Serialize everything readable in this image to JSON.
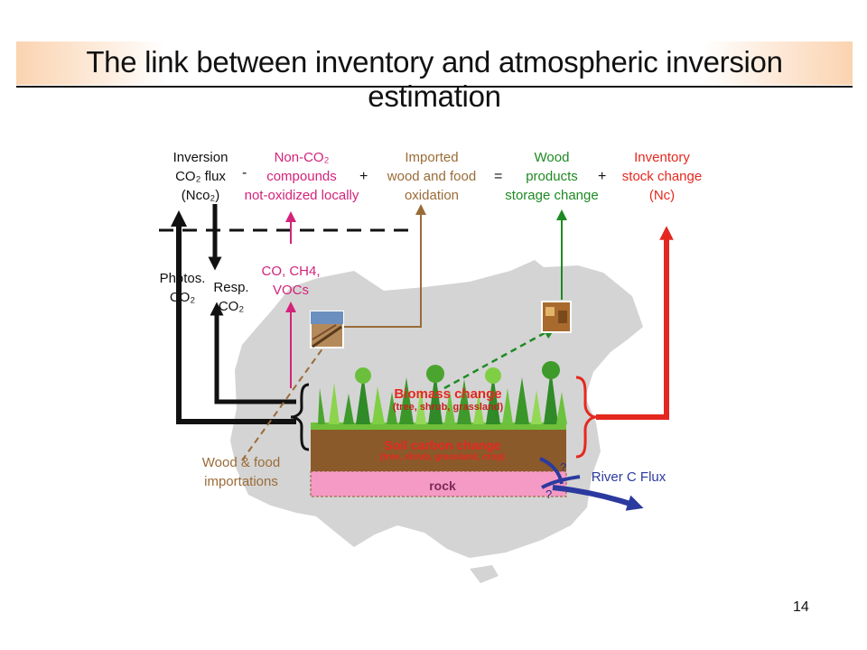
{
  "title": "The link between inventory and atmospheric inversion estimation",
  "page_number": "14",
  "colors": {
    "black": "#111111",
    "non_co2": "#d4237a",
    "imported": "#9a6b37",
    "wood_products": "#1e8a23",
    "inventory": "#e5281f",
    "river": "#2b3a9e",
    "soil": "#8b5a2b",
    "rock": "#f59ac4",
    "map": "#d4d4d4"
  },
  "labels": {
    "inversion": [
      "Inversion",
      "CO₂ flux",
      "(Nco₂)"
    ],
    "non_co2": [
      "Non-CO₂",
      "compounds",
      "not-oxidized locally"
    ],
    "imported": [
      "Imported",
      "wood and food",
      "oxidation"
    ],
    "wood_products": [
      "Wood",
      "products",
      "storage change"
    ],
    "inventory": [
      "Inventory",
      "stock change",
      "(Nc)"
    ],
    "photos": [
      "Photos.",
      "CO₂"
    ],
    "resp": [
      "Resp.",
      "CO₂"
    ],
    "co_ch4": [
      "CO, CH4,",
      "VOCs"
    ],
    "wood_food_import": [
      "Wood & food",
      "importations"
    ],
    "river": "River C Flux"
  },
  "operators": {
    "minus": "-",
    "plus_1": "+",
    "equals": "=",
    "plus_2": "+"
  },
  "bands": {
    "biomass": {
      "title": "Biomass change",
      "sub": "(tree, shrub, grassland)"
    },
    "soil": {
      "title": "Soil carbon change",
      "sub": "(tree, shrub, grassland, crop)"
    },
    "rock": {
      "title": "rock"
    }
  },
  "unknown_marks": [
    "?",
    "?"
  ]
}
